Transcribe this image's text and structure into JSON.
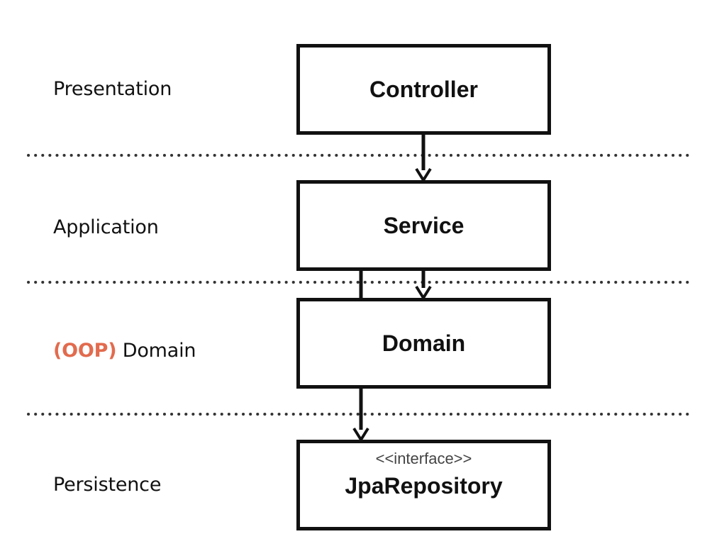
{
  "layers": [
    {
      "accent": "",
      "label": "Presentation"
    },
    {
      "accent": "",
      "label": "Application"
    },
    {
      "accent": "(OOP)",
      "label": " Domain"
    },
    {
      "accent": "",
      "label": "Persistence"
    }
  ],
  "boxes": {
    "controller": {
      "title": "Controller"
    },
    "service": {
      "title": "Service"
    },
    "domain": {
      "title": "Domain"
    },
    "repository": {
      "stereotype": "<<interface>>",
      "title": "JpaRepository"
    }
  },
  "colors": {
    "accent": "#e26b4e",
    "line": "#111111",
    "divider": "#333333"
  },
  "connectors": [
    {
      "from": "Controller",
      "to": "Service"
    },
    {
      "from": "Service",
      "to": "Domain"
    },
    {
      "from": "Service",
      "to": "JpaRepository"
    }
  ]
}
